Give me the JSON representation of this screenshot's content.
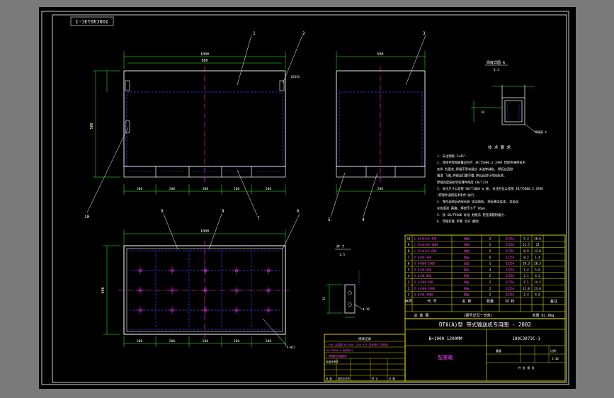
{
  "sheet": {
    "drawing_no_mirror": "1O0C3073C-1",
    "background": "#000000",
    "frame_color": "#ffffff"
  },
  "views": {
    "front": {
      "dims": {
        "overall": "1000",
        "inner": "880",
        "height": "500",
        "seg1": "300",
        "seg2": "200",
        "seg3": "300",
        "seg4": "200",
        "left": "200"
      },
      "balloons": [
        "1",
        "2",
        "10",
        "7"
      ],
      "annotation": "Q235A"
    },
    "side": {
      "dims": {
        "overall": "500",
        "bottom": "200"
      },
      "balloons": [
        "3",
        "5",
        "4"
      ]
    },
    "top": {
      "dims": {
        "overall": "1000",
        "height": "600",
        "b1": "200",
        "b2": "200",
        "b3": "200",
        "b4": "200",
        "b5": "200"
      },
      "balloons": [
        "9",
        "8",
        "6"
      ],
      "hole_note": "4-Φ12"
    },
    "detail_a": {
      "title": "焊缝详图 A",
      "scale": "1:5",
      "dim": "10",
      "callout": "焊缝高 4"
    },
    "detail_b": {
      "title": "件 7",
      "scale": "1:5",
      "dim": "50",
      "callout": "Φ 18"
    }
  },
  "notes": {
    "heading": "技 术 要 求",
    "lines": [
      "1. 未注倒角 2×45°.",
      "2. 焊接件焊缝质量应符合 JB/T5000.3-1998 焊接件通用技术",
      "   条件 的要求,焊缝不得有裂纹 夹渣等缺陷, 焊后应清除",
      "   熔渣 飞溅,焊缝应打磨平整,焊后应进行时效处理,",
      "   焊缝高度按相邻较薄件厚度 GB/T324",
      "3. 未注尺寸公差按 GB/T1804-m 级, 未注形位公差按 JB/T5000.3-1998",
      "   (焊接件通用技术条件)执行.",
      "4. 零件组焊后去除毛刺 锐边倒钝, 焊后需涂底漆, 表面涂",
      "   灰色面漆 两遍, 厚度不小于 60μm.",
      "5. 按 GB/T9286 标准 划格法 检查漆膜附着力.",
      "6. 焊缝打磨 平整 允许 磨削."
    ]
  },
  "bom": {
    "rows": [
      {
        "no": "10",
        "code": "L 63×63×6-460",
        "name": "角钢",
        "qty": "2",
        "mat": "Q235A",
        "w": "5.3",
        "tw": "10.6"
      },
      {
        "no": "9",
        "code": "L 63×63×6-1000",
        "name": "角钢",
        "qty": "2",
        "mat": "Q235A",
        "w": "11.5",
        "tw": "23"
      },
      {
        "no": "8",
        "code": "L 63×63×6-600",
        "name": "角钢",
        "qty": "2",
        "mat": "Q235A",
        "w": "6.9",
        "tw": "13.8"
      },
      {
        "no": "7",
        "code": "δ 6×50-100",
        "name": "筋板",
        "qty": "6",
        "mat": "Q235A",
        "w": "0.2",
        "tw": "1.4"
      },
      {
        "no": "6",
        "code": "δ 6×600-1000",
        "name": "底板",
        "qty": "1",
        "mat": "Q235A",
        "w": "28.3",
        "tw": "28.3"
      },
      {
        "no": "5",
        "code": "δ 6×50-600",
        "name": "筋板",
        "qty": "4",
        "mat": "Q235A",
        "w": "1.4",
        "tw": "5.6"
      },
      {
        "no": "4",
        "code": "δ 6×50-880",
        "name": "筋板",
        "qty": "2",
        "mat": "Q235A",
        "w": "2.1",
        "tw": "4.2"
      },
      {
        "no": "3",
        "code": "δ 3×500-600",
        "name": "侧板",
        "qty": "2",
        "mat": "Q235A",
        "w": "7.1",
        "tw": "14.2"
      },
      {
        "no": "2",
        "code": "δ 3×500-1000",
        "name": "侧板",
        "qty": "2",
        "mat": "Q235A",
        "w": "11.8",
        "tw": "23.6"
      },
      {
        "no": "1",
        "code": "δ 6×50-1000",
        "name": "筋板",
        "qty": "2",
        "mat": "Q235A",
        "w": "2.4",
        "tw": "4.8"
      }
    ],
    "header": {
      "no": "序号",
      "code": "代 号",
      "name": "名 称",
      "qty": "数量",
      "mat": "材 料",
      "remark": "备注"
    },
    "summary": {
      "left": "总 装 图",
      "mid": "(图号详见一览表)",
      "right": "单重 61.8kg"
    }
  },
  "title_block": {
    "standard": "DTⅡ(A)型 带式输送机专用图 - 2002",
    "spec": "B=1000 1200MM",
    "drawing_no": "1O0C3073C-1",
    "part_name": "配重箱",
    "scale_label": "比例",
    "scale": "1:10",
    "weight_label": "重量",
    "sheet_label": "共 张 第 张"
  },
  "revision": {
    "title": "修改记录",
    "lines": [
      "1:20A 总装图 B=1000-1200 HYY 技术条件 按国标",
      "JB/T5000-3 标准执行",
      "2.焊缝的质量要求",
      "标准化审查",
      "处 数",
      "更改文件号",
      "签 字",
      "日 期"
    ]
  },
  "colors": {
    "outline": "#ffffff",
    "hidden": "#3c3cff",
    "center": "#ff33ff",
    "dimension": "#33ff33",
    "text": "#ffffff",
    "table_line": "#ffff00",
    "table_text": "#ff44ff"
  }
}
